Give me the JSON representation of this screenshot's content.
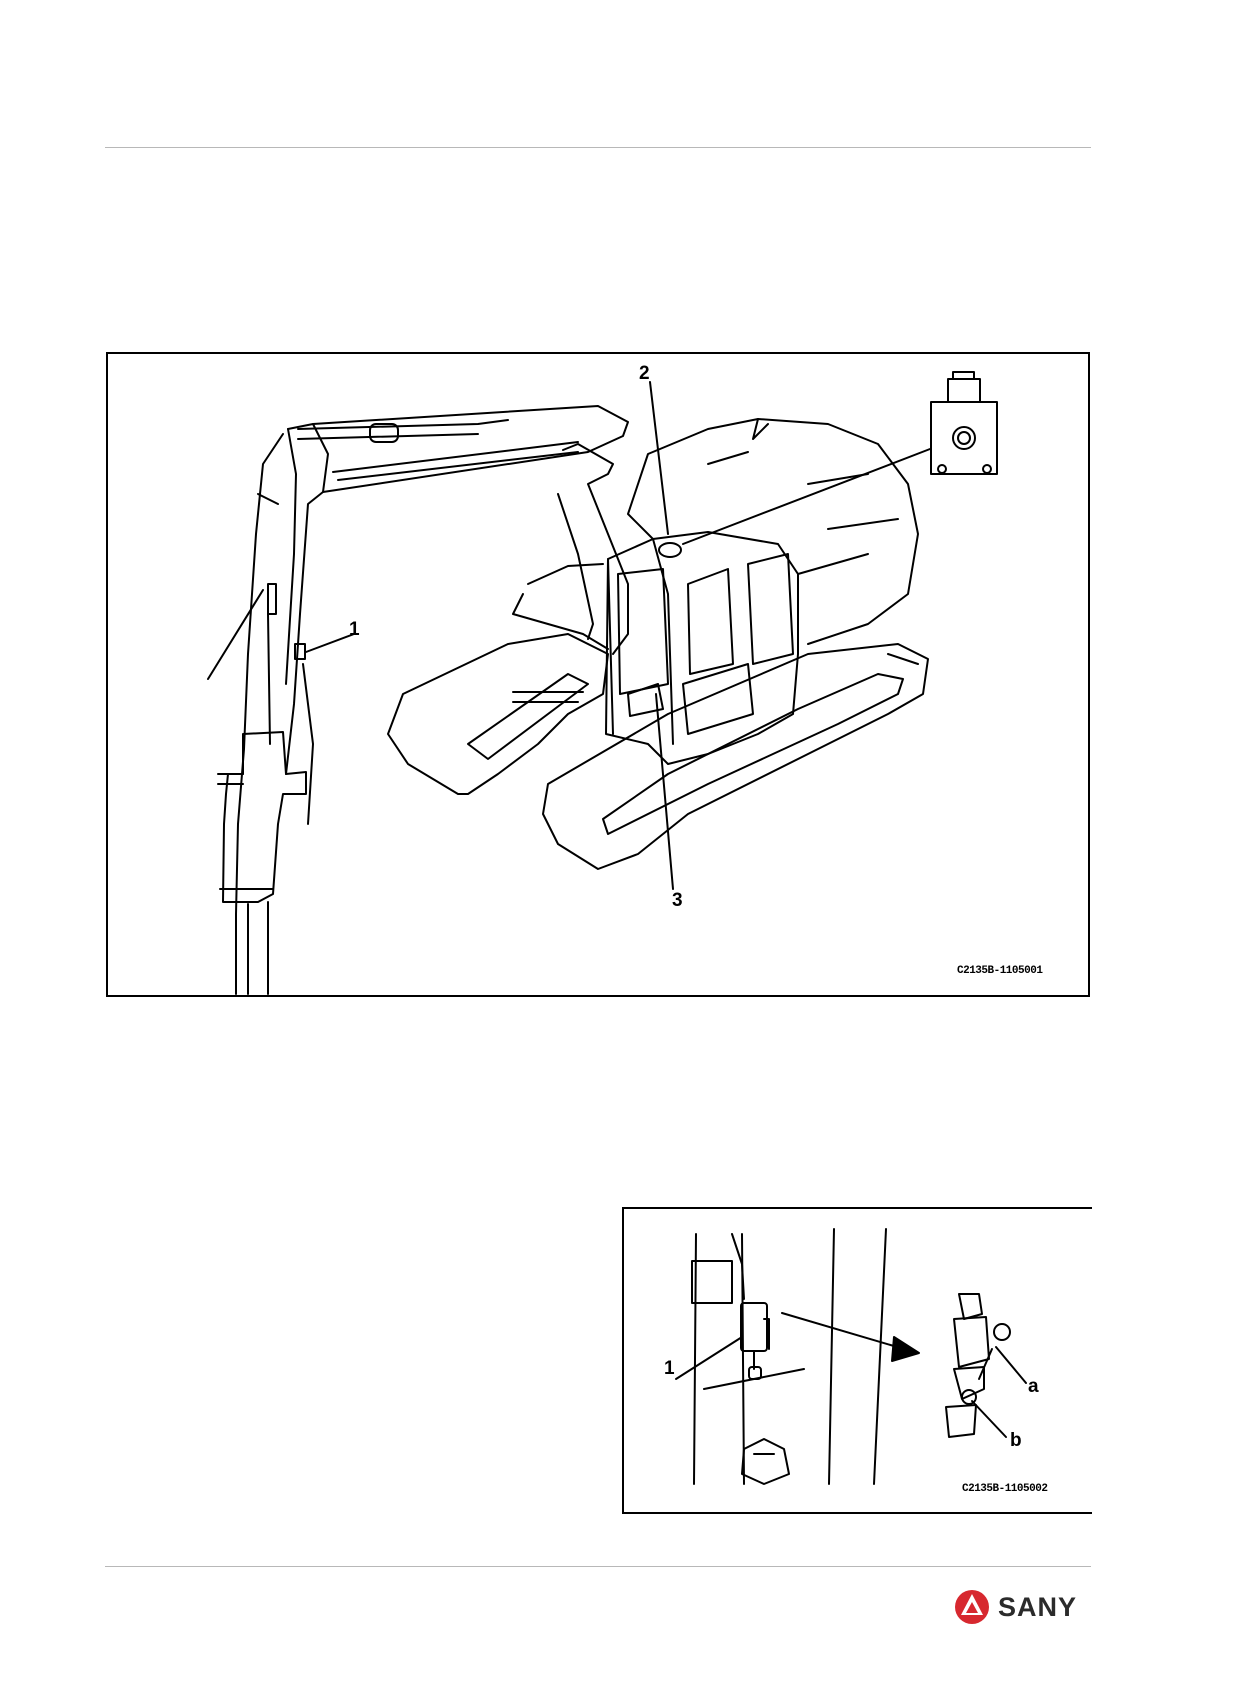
{
  "figure1": {
    "callouts": {
      "c1": "1",
      "c2": "2",
      "c3": "3"
    },
    "code": "C2135B-1105001"
  },
  "figure2": {
    "callouts": {
      "c1": "1",
      "a": "a",
      "b": "b"
    },
    "code": "C2135B-1105002"
  },
  "brand": {
    "name": "SANY",
    "color": "#d7282f"
  }
}
